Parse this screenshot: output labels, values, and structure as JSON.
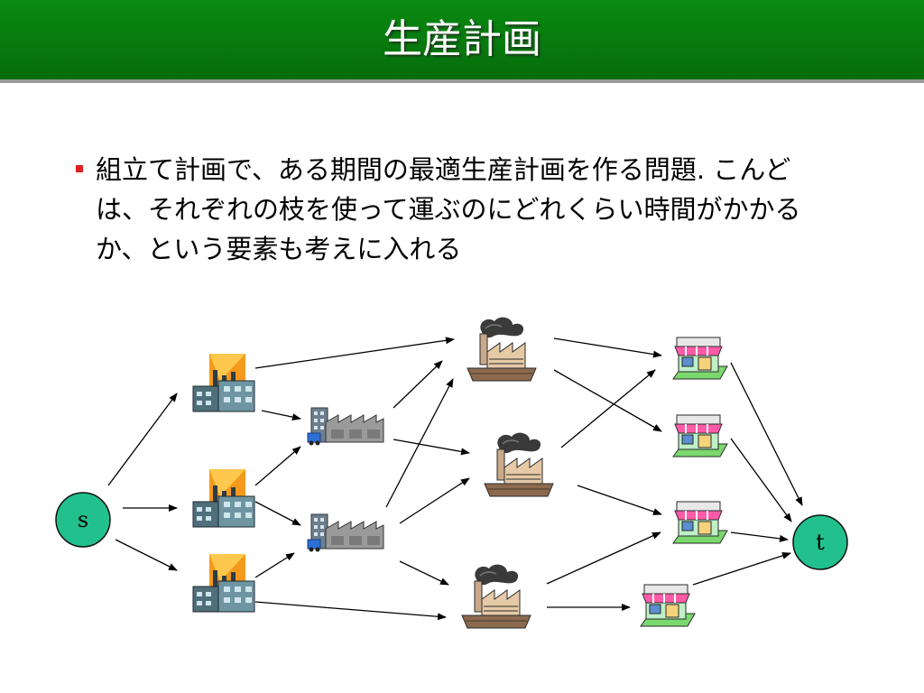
{
  "slide": {
    "title": "生産計画",
    "bullet_text": "組立て計画で、ある期間の最適生産計画を作る問題. こんどは、それぞれの枝を使って運ぶのにどれくらい時間がかかるか、という要素も考えに入れる"
  },
  "diagram": {
    "source_label": "s",
    "sink_label": "t",
    "node_color": "#22c08c",
    "accent_color": "#e02020"
  }
}
